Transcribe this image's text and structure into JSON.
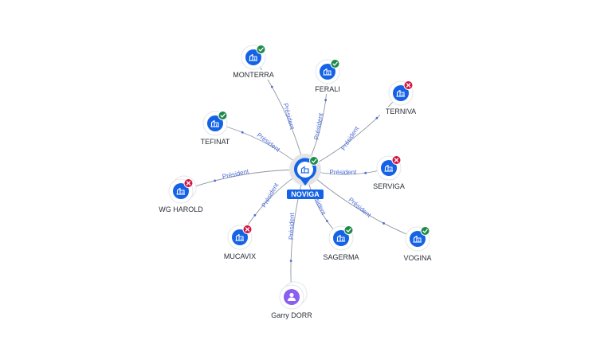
{
  "center": {
    "name": "NOVIGA",
    "type": "company",
    "status": "active"
  },
  "relation_label": "Président",
  "colors": {
    "company": "#1462e6",
    "person": "#8a5ff0",
    "active": "#1e8a4a",
    "inactive": "#d3143f",
    "edge_label": "#4b6cd8"
  },
  "icons": {
    "company": "building-icon",
    "person": "person-icon",
    "active": "check-icon",
    "inactive": "cross-icon"
  },
  "nodes": [
    {
      "name": "MONTERRA",
      "type": "company",
      "status": "active"
    },
    {
      "name": "FERALI",
      "type": "company",
      "status": "active"
    },
    {
      "name": "TERNIVA",
      "type": "company",
      "status": "inactive"
    },
    {
      "name": "TEFINAT",
      "type": "company",
      "status": "active"
    },
    {
      "name": "SERVIGA",
      "type": "company",
      "status": "inactive"
    },
    {
      "name": "WG HAROLD",
      "type": "company",
      "status": "inactive"
    },
    {
      "name": "MUCAVIX",
      "type": "company",
      "status": "inactive"
    },
    {
      "name": "SAGERMA",
      "type": "company",
      "status": "active"
    },
    {
      "name": "VOGINA",
      "type": "company",
      "status": "active"
    },
    {
      "name": "Garry DORR",
      "type": "person",
      "status": "none"
    }
  ]
}
